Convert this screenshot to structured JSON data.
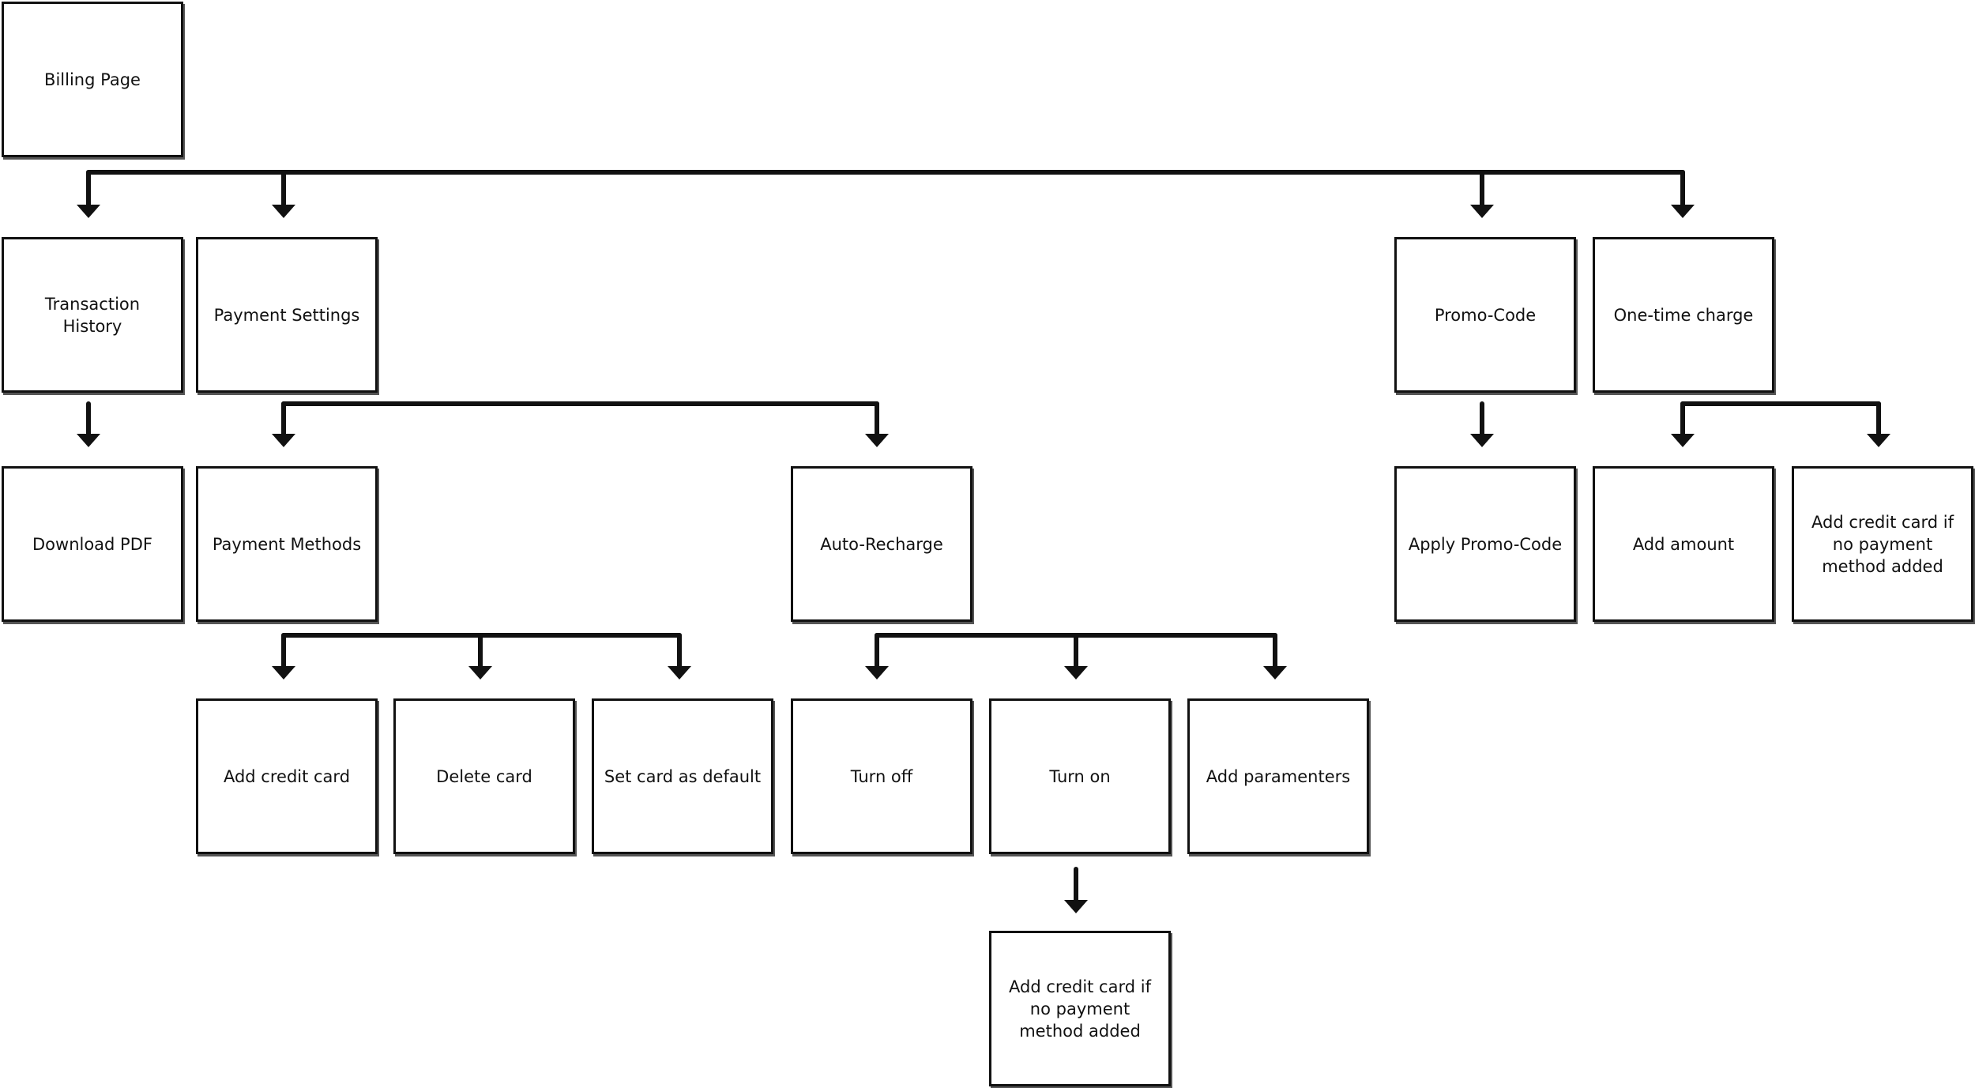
{
  "diagram": {
    "nodes": [
      {
        "id": "billing-page",
        "label": "Billing Page"
      },
      {
        "id": "transaction-history",
        "label": "Transaction History"
      },
      {
        "id": "payment-settings",
        "label": "Payment Settings"
      },
      {
        "id": "promo-code",
        "label": "Promo-Code"
      },
      {
        "id": "one-time-charge",
        "label": "One-time charge"
      },
      {
        "id": "download-pdf",
        "label": "Download PDF"
      },
      {
        "id": "payment-methods",
        "label": "Payment Methods"
      },
      {
        "id": "auto-recharge",
        "label": "Auto-Recharge"
      },
      {
        "id": "apply-promo-code",
        "label": "Apply Promo-Code"
      },
      {
        "id": "add-amount",
        "label": "Add amount"
      },
      {
        "id": "add-credit-card-if-none-onetime",
        "label": "Add credit card if no payment method added"
      },
      {
        "id": "add-credit-card",
        "label": "Add credit card"
      },
      {
        "id": "delete-card",
        "label": "Delete card"
      },
      {
        "id": "set-card-default",
        "label": "Set card as default"
      },
      {
        "id": "turn-off",
        "label": "Turn off"
      },
      {
        "id": "turn-on",
        "label": "Turn on"
      },
      {
        "id": "add-paramenters",
        "label": "Add paramenters"
      },
      {
        "id": "add-credit-card-if-none-autorecharge",
        "label": "Add credit card if no payment method added"
      }
    ],
    "edges": [
      {
        "from": "billing-page",
        "to": "transaction-history"
      },
      {
        "from": "billing-page",
        "to": "payment-settings"
      },
      {
        "from": "billing-page",
        "to": "promo-code"
      },
      {
        "from": "billing-page",
        "to": "one-time-charge"
      },
      {
        "from": "transaction-history",
        "to": "download-pdf"
      },
      {
        "from": "payment-settings",
        "to": "payment-methods"
      },
      {
        "from": "payment-settings",
        "to": "auto-recharge"
      },
      {
        "from": "promo-code",
        "to": "apply-promo-code"
      },
      {
        "from": "one-time-charge",
        "to": "add-amount"
      },
      {
        "from": "one-time-charge",
        "to": "add-credit-card-if-none-onetime"
      },
      {
        "from": "payment-methods",
        "to": "add-credit-card"
      },
      {
        "from": "payment-methods",
        "to": "delete-card"
      },
      {
        "from": "payment-methods",
        "to": "set-card-default"
      },
      {
        "from": "auto-recharge",
        "to": "turn-off"
      },
      {
        "from": "auto-recharge",
        "to": "turn-on"
      },
      {
        "from": "auto-recharge",
        "to": "add-paramenters"
      },
      {
        "from": "turn-on",
        "to": "add-credit-card-if-none-autorecharge"
      }
    ]
  }
}
